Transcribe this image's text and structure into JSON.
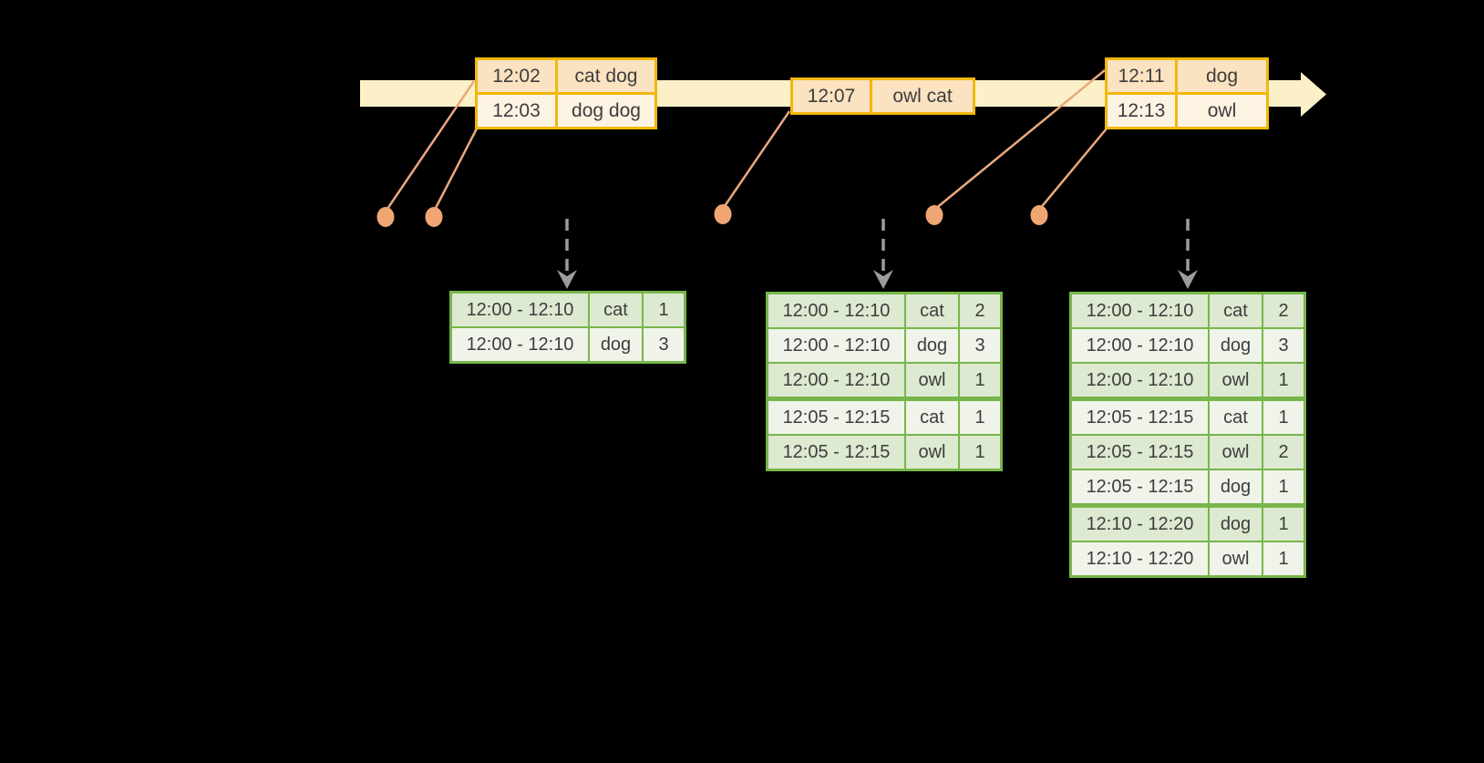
{
  "timeline": {
    "event_batches": [
      {
        "rows": [
          {
            "time": "12:02",
            "words": "cat dog"
          },
          {
            "time": "12:03",
            "words": "dog dog"
          }
        ]
      },
      {
        "rows": [
          {
            "time": "12:07",
            "words": "owl cat"
          }
        ]
      },
      {
        "rows": [
          {
            "time": "12:11",
            "words": "dog"
          },
          {
            "time": "12:13",
            "words": "owl"
          }
        ]
      }
    ]
  },
  "result_tables": [
    {
      "rows": [
        {
          "window": "12:00 - 12:10",
          "word": "cat",
          "count": "1"
        },
        {
          "window": "12:00 - 12:10",
          "word": "dog",
          "count": "3"
        }
      ]
    },
    {
      "rows": [
        {
          "window": "12:00 - 12:10",
          "word": "cat",
          "count": "2"
        },
        {
          "window": "12:00 - 12:10",
          "word": "dog",
          "count": "3"
        },
        {
          "window": "12:00 - 12:10",
          "word": "owl",
          "count": "1"
        },
        {
          "window": "12:05 - 12:15",
          "word": "cat",
          "count": "1"
        },
        {
          "window": "12:05 - 12:15",
          "word": "owl",
          "count": "1"
        }
      ]
    },
    {
      "rows": [
        {
          "window": "12:00 - 12:10",
          "word": "cat",
          "count": "2"
        },
        {
          "window": "12:00 - 12:10",
          "word": "dog",
          "count": "3"
        },
        {
          "window": "12:00 - 12:10",
          "word": "owl",
          "count": "1"
        },
        {
          "window": "12:05 - 12:15",
          "word": "cat",
          "count": "1"
        },
        {
          "window": "12:05 - 12:15",
          "word": "owl",
          "count": "2"
        },
        {
          "window": "12:05 - 12:15",
          "word": "dog",
          "count": "1"
        },
        {
          "window": "12:10 - 12:20",
          "word": "dog",
          "count": "1"
        },
        {
          "window": "12:10 - 12:20",
          "word": "owl",
          "count": "1"
        }
      ]
    }
  ],
  "icons": {
    "timeline_arrowhead": "cream right-pointing triangle at end of timeline band",
    "event_dot": "orange filled circle marking event time on timeline",
    "trigger_arrow": "gray dashed vertical arrow pointing down to result table"
  },
  "colors": {
    "background": "#000000",
    "timeline_band": "#fcf0c9",
    "event_border": "#f2b70a",
    "event_fill_dark": "#fbe2c0",
    "event_fill_light": "#fdf3e3",
    "connector": "#e9a87c",
    "dot": "#f0a673",
    "trigger_arrow": "#9c9c9c",
    "result_border": "#77b64a",
    "result_fill_dark": "#dde9d0",
    "result_fill_light": "#eff3e9",
    "text": "#3d3d3d"
  }
}
